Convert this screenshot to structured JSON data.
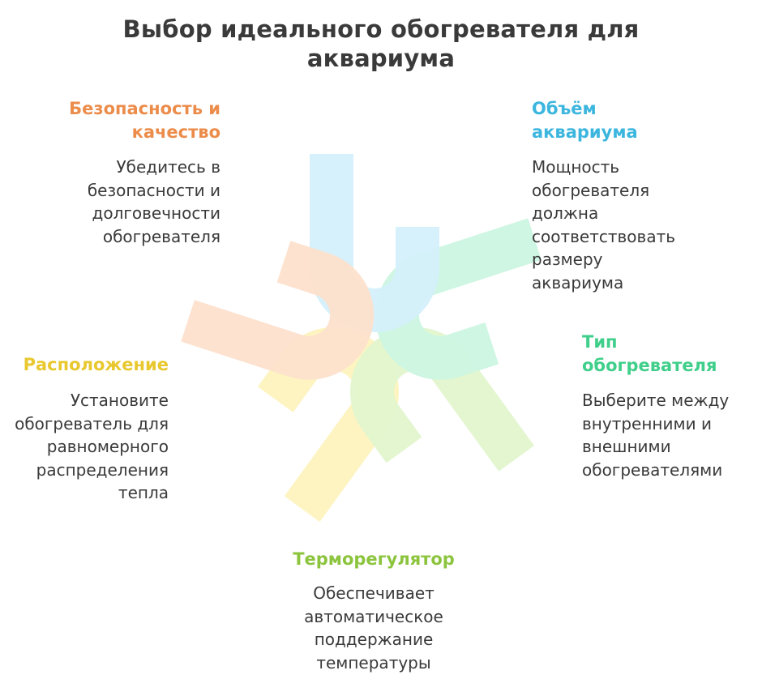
{
  "title": "Выбор идеального обогревателя для аквариума",
  "colors": {
    "safety": "#ec8c4b",
    "volume": "#3cb6de",
    "type": "#3fcf8a",
    "thermostat": "#8cc43e",
    "placement": "#e8c82e",
    "link_safety": "#fde0cc",
    "link_volume": "#d4f0fb",
    "link_type": "#ccf6e2",
    "link_thermostat": "#e2f6ce",
    "link_placement": "#fdf3bf"
  },
  "sections": {
    "safety": {
      "heading": "Безопасность и качество",
      "description": "Убедитесь в безопасности и долговечности обогревателя"
    },
    "volume": {
      "heading": "Объём аквариума",
      "description": "Мощность обогревателя должна соответствовать размеру аквариума"
    },
    "type": {
      "heading": "Тип обогревателя",
      "description": "Выберите между внутренними и внешними обогревателями"
    },
    "thermostat": {
      "heading": "Терморегулятор",
      "description": "Обеспечивает автоматическое поддержание температуры"
    },
    "placement": {
      "heading": "Расположение",
      "description": "Установите обогреватель для равномерного распределения тепла"
    }
  }
}
